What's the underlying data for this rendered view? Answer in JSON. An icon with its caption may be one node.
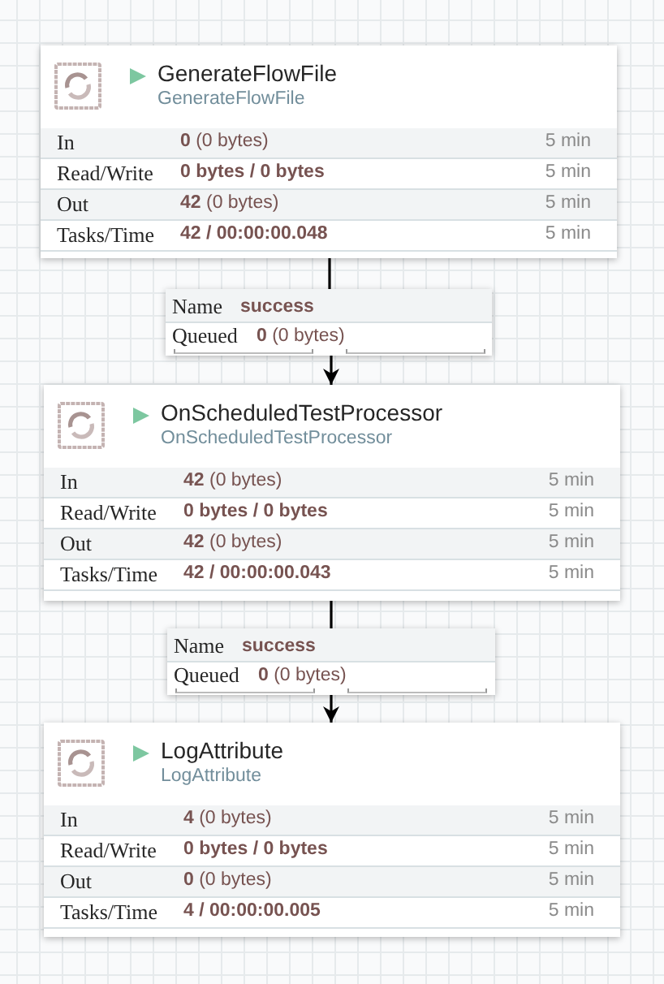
{
  "diagram": {
    "nodes": [
      {
        "text": [
          "GenerateFlowFile",
          "GenerateFlowFile",
          "In",
          "**0** (0 bytes)",
          "5 min",
          "Read/Write",
          "0 bytes / 0 bytes",
          "5 min",
          "Out",
          "**42** (0 bytes)",
          "5 min",
          "Tasks/Time",
          "42 / 00:00:00.048",
          "5 min"
        ]
      },
      {
        "text": [
          "Name",
          "success",
          "Queued",
          "**0** (0 bytes)"
        ]
      },
      {
        "text": [
          "OnScheduledTestProcessor",
          "OnScheduledTestProcessor",
          "In",
          "**42** (0 bytes)",
          "5 min",
          "Read/Write",
          "0 bytes / 0 bytes",
          "5 min",
          "Out",
          "**42** (0 bytes)",
          "5 min",
          "Tasks/Time",
          "42 / 00:00:00.043",
          "5 min"
        ]
      },
      {
        "text": [
          "Name",
          "success",
          "Queued",
          "**0** (0 bytes)"
        ]
      },
      {
        "text": [
          "LogAttribute",
          "LogAttribute",
          "In",
          "**4** (0 bytes)",
          "5 min",
          "Read/Write",
          "0 bytes / 0 bytes",
          "5 min",
          "Out",
          "**0** (0 bytes)",
          "5 min",
          "Tasks/Time",
          "4 / 00:00:00.005",
          "5 min"
        ]
      }
    ],
    "edges": [
      {
        "from": 0,
        "to": 1,
        "arrow": "none"
      },
      {
        "from": 1,
        "to": 2,
        "arrow": "to"
      },
      {
        "from": 2,
        "to": 3,
        "arrow": "none"
      },
      {
        "from": 3,
        "to": 4,
        "arrow": "to"
      }
    ]
  }
}
